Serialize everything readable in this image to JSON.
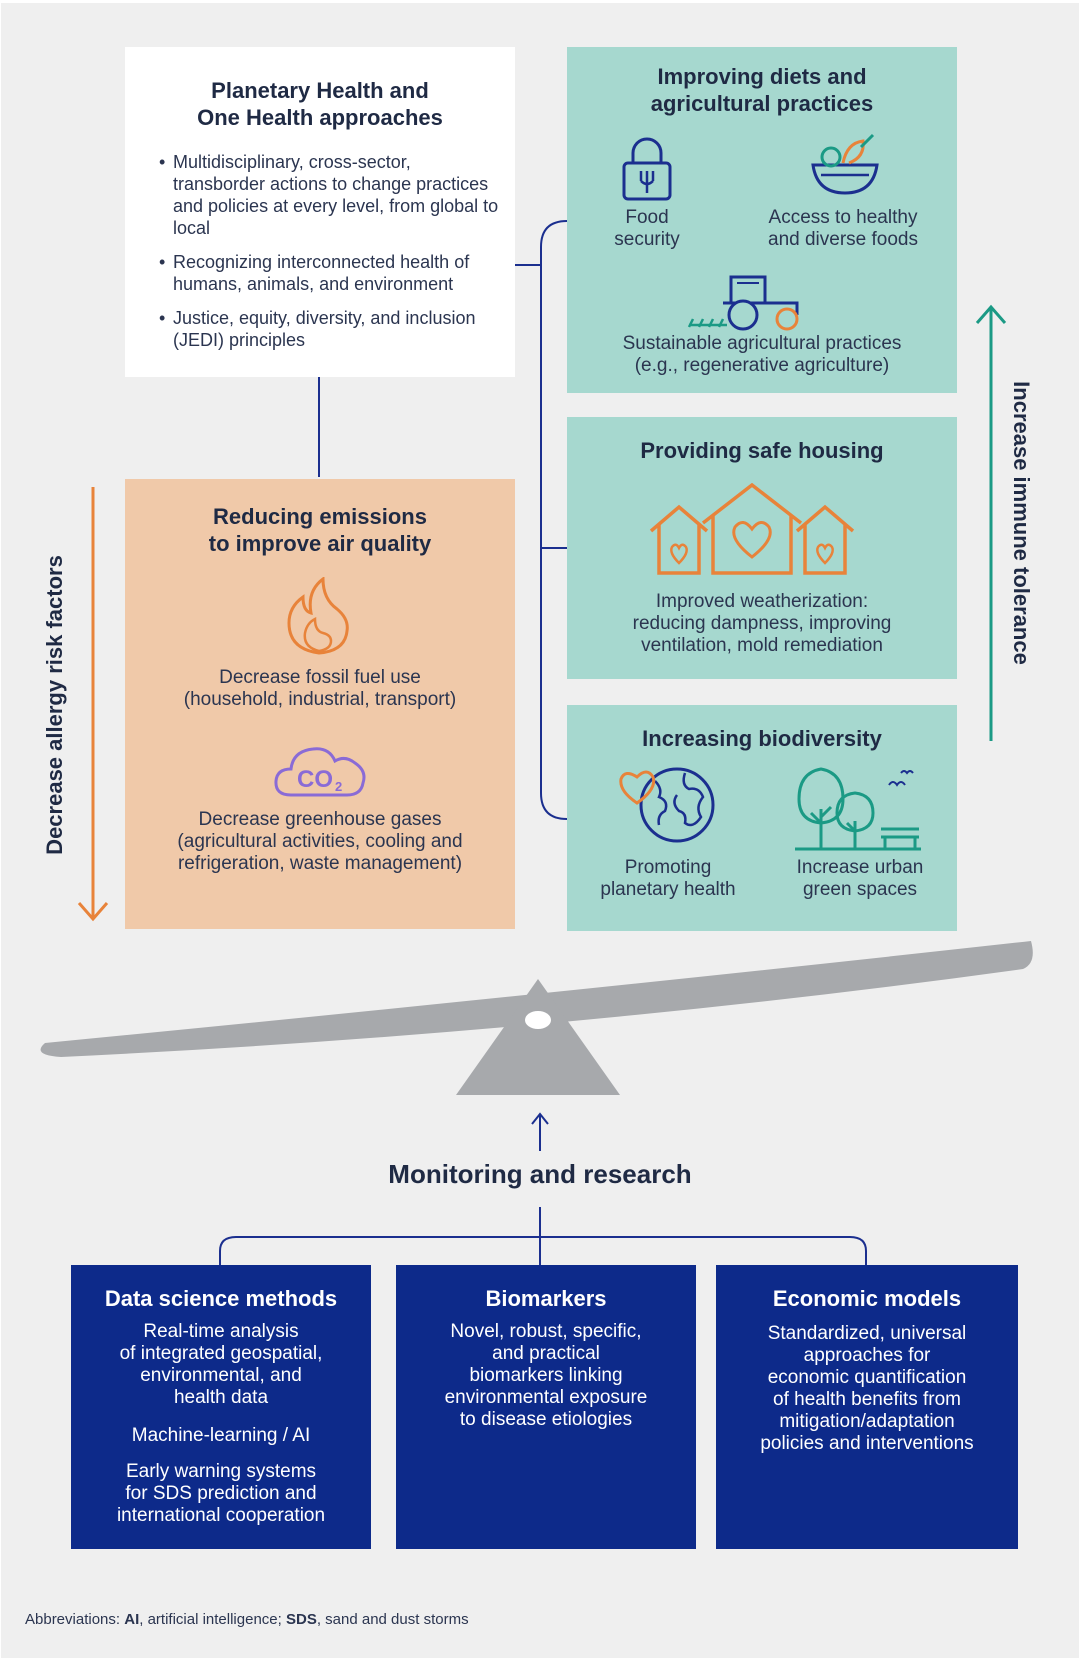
{
  "planetary": {
    "title": "Planetary Health and\nOne Health approaches",
    "bullets": [
      "Multidisciplinary, cross-sector, transborder actions to change practices and policies at every level, from global to local",
      "Recognizing interconnected health of humans, animals, and environment",
      "Justice, equity, diversity, and inclusion (JEDI) principles"
    ]
  },
  "diets": {
    "title": "Improving diets and\nagricultural practices",
    "food_security": "Food\nsecurity",
    "healthy_foods": "Access to healthy\nand diverse foods",
    "sustainable": "Sustainable agricultural practices\n(e.g., regenerative agriculture)"
  },
  "housing": {
    "title": "Providing safe housing",
    "text": "Improved weatherization:\nreducing dampness, improving\nventilation, mold remediation"
  },
  "emissions": {
    "title": "Reducing emissions\nto improve air quality",
    "fossil": "Decrease fossil fuel use\n(household, industrial, transport)",
    "co2_label": "CO",
    "co2_sub": "2",
    "greenhouse": "Decrease greenhouse gases\n(agricultural activities, cooling and\nrefrigeration, waste management)"
  },
  "biodiversity": {
    "title": "Increasing biodiversity",
    "planetary": "Promoting\nplanetary health",
    "urban": "Increase urban\ngreen spaces"
  },
  "side_labels": {
    "left": "Decrease allergy risk factors",
    "right": "Increase immune tolerance"
  },
  "monitoring": {
    "title": "Monitoring and research"
  },
  "data_science": {
    "title": "Data science methods",
    "p1": "Real-time analysis\nof integrated geospatial,\nenvironmental, and\nhealth data",
    "p2": "Machine-learning / AI",
    "p3": "Early warning systems\nfor SDS prediction and\ninternational cooperation"
  },
  "biomarkers": {
    "title": "Biomarkers",
    "text": "Novel, robust, specific,\nand practical\nbiomarkers linking\nenvironmental exposure\nto disease etiologies"
  },
  "economic": {
    "title": "Economic models",
    "text": "Standardized, universal\napproaches for\neconomic quantification\nof health benefits from\nmitigation/adaptation\npolicies and interventions"
  },
  "abbreviations": {
    "label": "Abbreviations:",
    "ai_term": "AI",
    "ai_def": ", artificial intelligence;",
    "sds_term": "SDS",
    "sds_def": ", sand and dust storms"
  },
  "colors": {
    "teal_box": "#a6d8cf",
    "peach_box": "#f0c9a9",
    "navy_box": "#0d2a8a",
    "orange_icon": "#e8833a",
    "navy_icon": "#1b2f8f",
    "teal_arrow": "#1b9a85",
    "purple_icon": "#8a6bd6",
    "gray_scale": "#a7a9ac"
  }
}
